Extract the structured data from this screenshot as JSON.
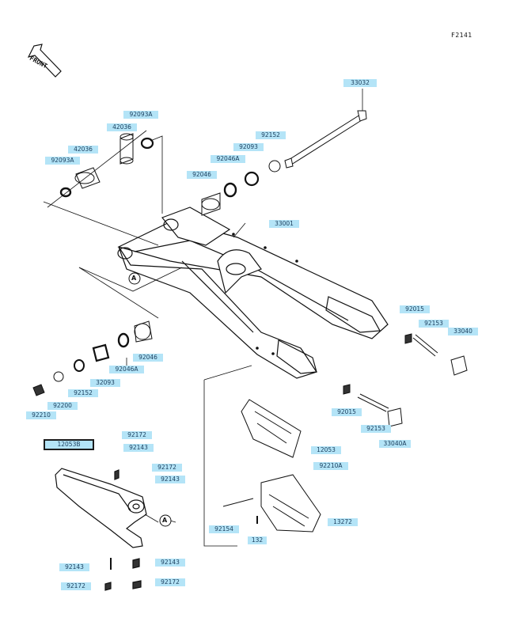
{
  "diagram_ref": "F2141",
  "front_label": "FRONT",
  "callout_marker": "A",
  "selected_part": "12053B",
  "parts": {
    "p33032": "33032",
    "p92093a": "92093A",
    "p42036a": "42036",
    "p42036b": "42036",
    "p92093a2": "92093A",
    "p92152a": "92152",
    "p92093": "92093",
    "p92046a": "92046A",
    "p92046": "92046",
    "p33001": "33001",
    "p92015a": "92015",
    "p92153a": "92153",
    "p33040": "33040",
    "p92046b": "92046",
    "p92046a2": "92046A",
    "p32093": "32093",
    "p92152b": "92152",
    "p92200": "92200",
    "p92210": "92210",
    "p92015b": "92015",
    "p92153b": "92153",
    "p33040a": "33040A",
    "p12053b": "12053B",
    "p92172a": "92172",
    "p92143a": "92143",
    "p92172b": "92172",
    "p92143b": "92143",
    "p12053": "12053",
    "p92210a": "92210A",
    "p92154": "92154",
    "p13272": "13272",
    "p132": "132",
    "p92143c": "92143",
    "p92143d": "92143",
    "p92172c": "92172",
    "p92172d": "92172"
  }
}
